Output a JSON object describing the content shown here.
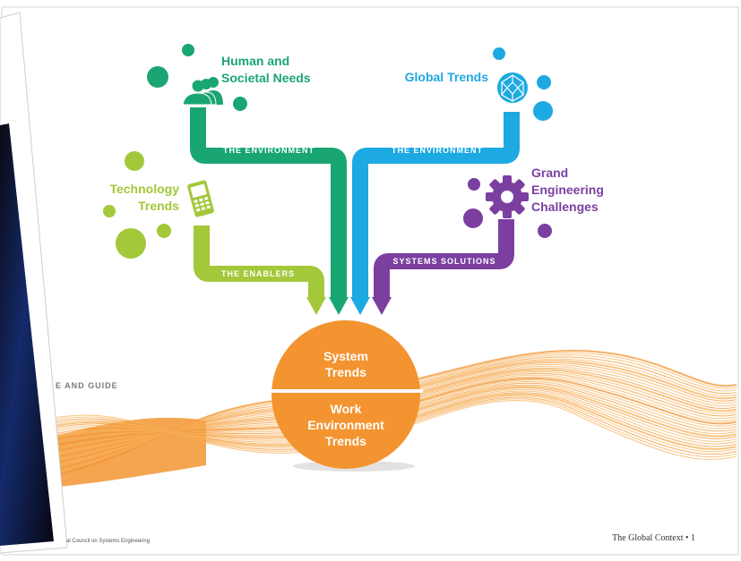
{
  "colors": {
    "green": "#1aa672",
    "blue": "#1da9e1",
    "purple": "#7b3fa0",
    "lime": "#a3c83a",
    "orange": "#f39431",
    "orange_light": "#f7b25a",
    "gray_text": "#7a7a7a"
  },
  "nodes": {
    "human": {
      "line1": "Human and",
      "line2": "Societal Needs",
      "icon": "people-icon"
    },
    "global": {
      "label": "Global Trends",
      "icon": "globe-icon"
    },
    "technology": {
      "line1": "Technology",
      "line2": "Trends",
      "icon": "mobile-phone-icon"
    },
    "grand": {
      "line1": "Grand",
      "line2": "Engineering",
      "line3": "Challenges",
      "icon": "gear-icon"
    }
  },
  "bands": {
    "environment_left": "THE ENVIRONMENT",
    "environment_right": "THE ENVIRONMENT",
    "enablers": "THE ENABLERS",
    "systems_solutions": "SYSTEMS SOLUTIONS"
  },
  "center": {
    "top_line1": "System",
    "top_line2": "Trends",
    "bottom_line1": "Work",
    "bottom_line2": "Environment",
    "bottom_line3": "Trends"
  },
  "page": {
    "side_text": "E AND GUIDE",
    "footer_left": "al Council on Systems Engineering",
    "footer_right": "The Global Context  •  1"
  }
}
